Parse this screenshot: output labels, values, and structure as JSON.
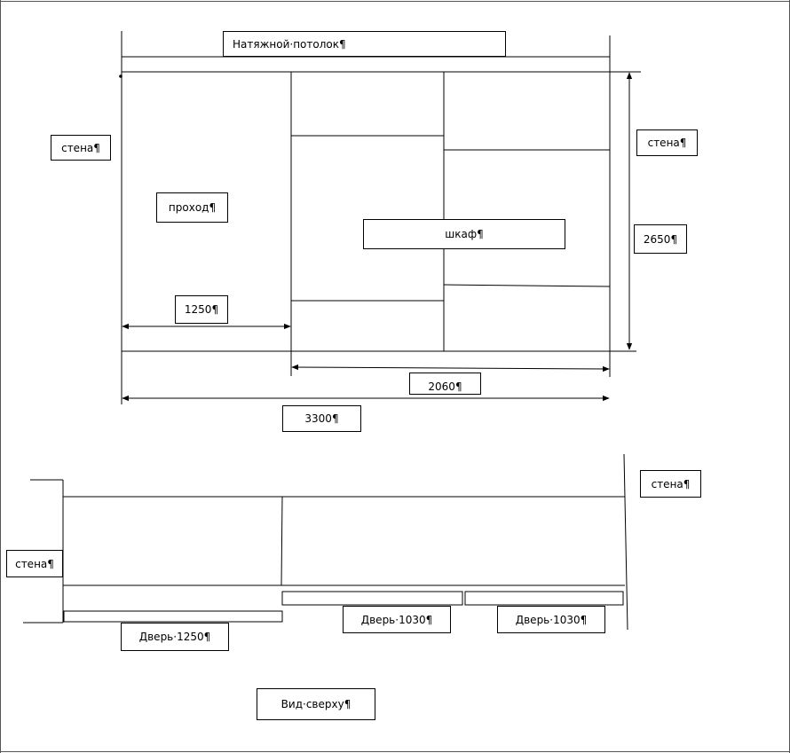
{
  "labels": {
    "ceiling": "Натяжной·потолок¶",
    "wall_left": "стена¶",
    "wall_right": "стена¶",
    "passage": "проход¶",
    "wardrobe": "шкаф¶",
    "height": "2650¶",
    "width_passage": "1250¶",
    "width_wardrobe": "2060¶",
    "width_total": "3300¶",
    "wall_top_right": "стена¶",
    "wall_top_left": "стена¶",
    "door_1250": "Дверь·1250¶",
    "door_1030_a": "Дверь·1030¶",
    "door_1030_b": "Дверь·1030¶",
    "top_view": "Вид·сверху¶"
  }
}
